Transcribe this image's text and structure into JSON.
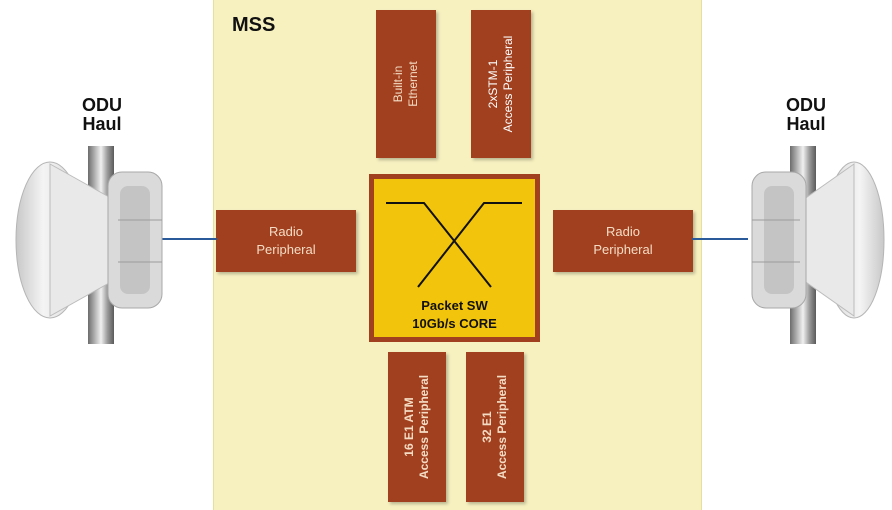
{
  "mss": {
    "title": "MSS"
  },
  "core": {
    "line1": "Packet SW",
    "line2": "10Gb/s CORE"
  },
  "peripherals": {
    "left_radio": {
      "line1": "Radio",
      "line2": "Peripheral"
    },
    "right_radio": {
      "line1": "Radio",
      "line2": "Peripheral"
    },
    "top_ethernet": {
      "line1": "Built-in",
      "line2": "Ethernet"
    },
    "top_stm": {
      "line1": "2xSTM-1",
      "line2": "Access Peripheral"
    },
    "bottom_atm": {
      "line1": "16 E1 ATM",
      "line2": "Access Peripheral"
    },
    "bottom_e1": {
      "line1": "32 E1",
      "line2": "Access Peripheral"
    }
  },
  "odu_left": {
    "line1": "ODU",
    "line2": "Haul"
  },
  "odu_right": {
    "line1": "ODU",
    "line2": "Haul"
  },
  "colors": {
    "mss_background": "#f7f1c0",
    "peripheral": "#a1401f",
    "core": "#f2c40c",
    "link": "#2a5a9a"
  }
}
